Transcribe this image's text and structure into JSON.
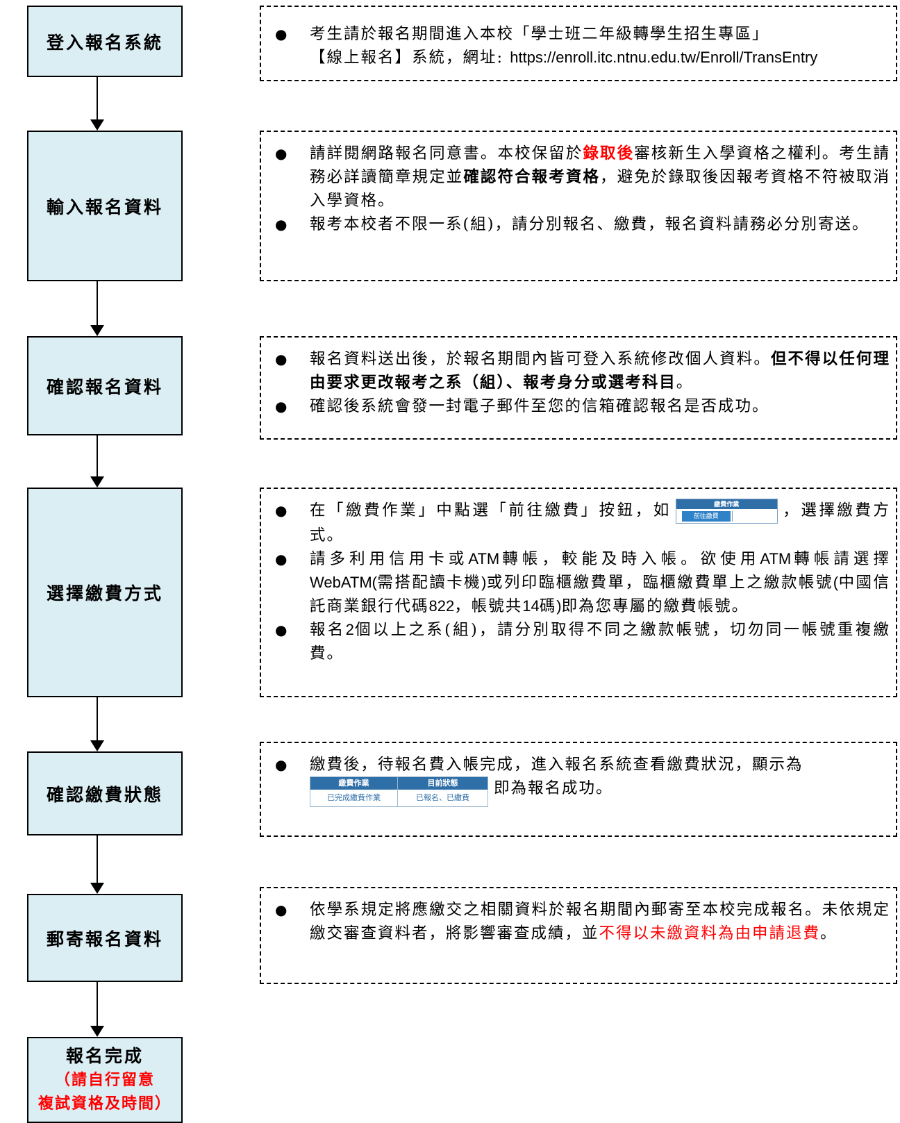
{
  "steps": [
    {
      "label": "登入報名系統"
    },
    {
      "label": "輸入報名資料"
    },
    {
      "label": "確認報名資料"
    },
    {
      "label": "選擇繳費方式"
    },
    {
      "label": "確認繳費狀態"
    },
    {
      "label": "郵寄報名資料"
    },
    {
      "label": "報名完成",
      "sub1": "（請自行留意",
      "sub2": "複試資格及時間）"
    }
  ],
  "notes": {
    "login": {
      "b1_pre": "考生請於報名期間進入本校「學士班二年級轉學生招生專區」",
      "b1_post": "【線上報名】系統，網址: ",
      "b1_url": "https://enroll.itc.ntnu.edu.tw/Enroll/TransEntry"
    },
    "input": {
      "b1_a": "請詳閱網路報名同意書。本校保留於",
      "b1_red": "錄取後",
      "b1_b": "審核新生入學資格之權利。考生請務必詳讀簡章規定並",
      "b1_bold": "確認符合報考資格",
      "b1_c": "，避免於錄取後因報考資格不符被取消入學資格。",
      "b2": "報考本校者不限一系(組)，請分別報名、繳費，報名資料請務必分別寄送。"
    },
    "confirm": {
      "b1_a": "報名資料送出後，於報名期間內皆可登入系統修改個人資料。",
      "b1_bold": "但不得以任何理由要求更改報考之系（組）、報考身分或選考科目",
      "b1_b": "。",
      "b2": "確認後系統會發一封電子郵件至您的信箱確認報名是否成功。"
    },
    "payment": {
      "b1_a": "在「繳費作業」中點選「前往繳費」按鈕，如",
      "b1_b": "，選擇繳費方式。",
      "btn_header": "繳費作業",
      "btn_label": "前往繳費",
      "b2_a": "請多利用信用卡或",
      "b2_atm1": "ATM",
      "b2_b": "轉帳，較能及時入帳。欲使用",
      "b2_atm2": "ATM",
      "b2_c": "轉帳請選擇",
      "b2_webatm": "WebATM(",
      "b2_d": "需搭配讀卡機",
      "b2_e": ")",
      "b2_f": "或列印臨櫃繳費單，臨櫃繳費單上之繳款帳號",
      "b2_g": "(",
      "b2_h": "中國信託商業銀行代碼",
      "b2_code": "822",
      "b2_i": "，帳號共",
      "b2_num": "14",
      "b2_j": "碼",
      "b2_k": ")",
      "b2_l": "即為您專屬的繳費帳號。",
      "b3_a": "報名",
      "b3_num": "2",
      "b3_b": "個以上之系(組)，請分別取得不同之繳款帳號，切勿同一帳號重複繳費。"
    },
    "status": {
      "b1_a": "繳費後，待報名費入帳完成，進入報名系統查看繳費狀況，顯示為",
      "b1_b": "即為報名成功。",
      "tbl_h1": "繳費作業",
      "tbl_h2": "目前狀態",
      "tbl_v1": "已完成繳費作業",
      "tbl_v2": "已報名、已繳費"
    },
    "mail": {
      "b1_a": "依學系規定將應繳交之相關資料於報名期間內郵寄至本校完成報名。未依規定繳交審查資料者，將影響審查成績，並",
      "b1_red": "不得以未繳資料為由申請退費",
      "b1_b": "。"
    }
  },
  "colors": {
    "step_fill": "#dbeef4",
    "accent_red": "#ff0000",
    "ui_blue": "#2f6fa8"
  }
}
